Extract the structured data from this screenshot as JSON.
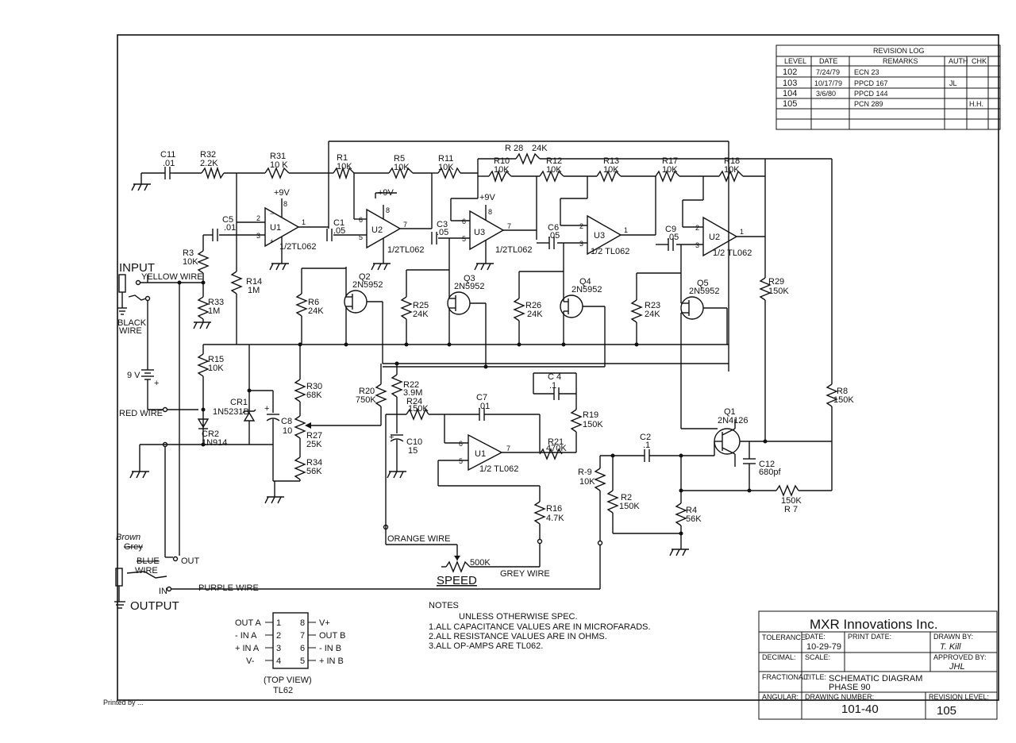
{
  "revision_log": {
    "title": "REVISION LOG",
    "headers": [
      "LEVEL",
      "DATE",
      "REMARKS",
      "AUTH",
      "CHK"
    ],
    "rows": [
      {
        "level": "102",
        "date": "7/24/79",
        "remarks": "ECN 23",
        "auth": "",
        "chk": ""
      },
      {
        "level": "103",
        "date": "10/17/79",
        "remarks": "PPCD 167",
        "auth": "JL",
        "chk": ""
      },
      {
        "level": "104",
        "date": "3/6/80",
        "remarks": "PPCD 144",
        "auth": "",
        "chk": ""
      },
      {
        "level": "105",
        "date": "",
        "remarks": "PCN 289",
        "auth": "",
        "chk": "H.H."
      }
    ]
  },
  "components": {
    "c11": {
      "ref": "C11",
      "val": ".01"
    },
    "r32": {
      "ref": "R32",
      "val": "2.2K"
    },
    "r31": {
      "ref": "R31",
      "val": "10 K"
    },
    "r1": {
      "ref": "R1",
      "val": "10K"
    },
    "r5": {
      "ref": "R5",
      "val": "10K"
    },
    "r11": {
      "ref": "R11",
      "val": "10K"
    },
    "r28": {
      "ref": "R 28",
      "val": "24K"
    },
    "r10": {
      "ref": "R10",
      "val": "10K"
    },
    "r12": {
      "ref": "R12",
      "val": "10K"
    },
    "r13": {
      "ref": "R13",
      "val": "10K"
    },
    "r17": {
      "ref": "R17",
      "val": "10K"
    },
    "r18": {
      "ref": "R18",
      "val": "10K"
    },
    "c5": {
      "ref": "C5",
      "val": ".01"
    },
    "c1": {
      "ref": "C1",
      "val": ".05"
    },
    "c3": {
      "ref": "C3",
      "val": ".05"
    },
    "c6": {
      "ref": "C6",
      "val": ".05"
    },
    "c9": {
      "ref": "C9",
      "val": ".05"
    },
    "r3": {
      "ref": "R3",
      "val": "10K"
    },
    "r33": {
      "ref": "R33",
      "val": "1M"
    },
    "r14": {
      "ref": "R14",
      "val": "1M"
    },
    "r6": {
      "ref": "R6",
      "val": "24K"
    },
    "r25": {
      "ref": "R25",
      "val": "24K"
    },
    "r26": {
      "ref": "R26",
      "val": "24K"
    },
    "r23": {
      "ref": "R23",
      "val": "24K"
    },
    "r29": {
      "ref": "R29",
      "val": "150K"
    },
    "q2": {
      "ref": "Q2",
      "val": "2N5952"
    },
    "q3": {
      "ref": "Q3",
      "val": "2N5952"
    },
    "q4": {
      "ref": "Q4",
      "val": "2N5952"
    },
    "q5": {
      "ref": "Q5",
      "val": "2N5952"
    },
    "r15": {
      "ref": "R15",
      "val": "10K"
    },
    "cr1": {
      "ref": "CR1",
      "val": "1N5231B"
    },
    "cr2": {
      "ref": "CR2",
      "val": "1N914"
    },
    "r30": {
      "ref": "R30",
      "val": "68K"
    },
    "c8": {
      "ref": "C8",
      "val": "10"
    },
    "r27": {
      "ref": "R27",
      "val": "25K"
    },
    "r34": {
      "ref": "R34",
      "val": "56K"
    },
    "r20": {
      "ref": "R20",
      "val": "750K"
    },
    "r22": {
      "ref": "R22",
      "val": "3.9M"
    },
    "r24": {
      "ref": "R24",
      "val": "150K"
    },
    "c7": {
      "ref": "C7",
      "val": ".01"
    },
    "c4": {
      "ref": "C 4",
      "val": ".1"
    },
    "r19": {
      "ref": "R19",
      "val": "150K"
    },
    "c10": {
      "ref": "C10",
      "val": "15"
    },
    "r21": {
      "ref": "R21",
      "val": "470K"
    },
    "q1": {
      "ref": "Q1",
      "val": "2N4126"
    },
    "c2": {
      "ref": "C2",
      "val": ".1"
    },
    "r8": {
      "ref": "R8",
      "val": "150K"
    },
    "c12": {
      "ref": "C12",
      "val": "680pf"
    },
    "r9": {
      "ref": "R-9",
      "val": "10K"
    },
    "r2": {
      "ref": "R2",
      "val": "150K"
    },
    "r4": {
      "ref": "R4",
      "val": "56K"
    },
    "r7": {
      "ref": "R 7",
      "val": "150K"
    },
    "r16": {
      "ref": "R16",
      "val": "4.7K"
    }
  },
  "opamps": {
    "u1a": {
      "ref": "U1",
      "part": "1/2TL062"
    },
    "u2a": {
      "ref": "U2",
      "part": "1/2TL062"
    },
    "u3a": {
      "ref": "U3",
      "part": "1/2TL062"
    },
    "u3b": {
      "ref": "U3",
      "part": "1/2 TL062"
    },
    "u2b": {
      "ref": "U2",
      "part": "1/2 TL062"
    },
    "u1b": {
      "ref": "U1",
      "part": "1/2 TL062"
    }
  },
  "supply_label": "+9V",
  "labels": {
    "input": "INPUT",
    "yellow_wire": "YELLOW WIRE",
    "black_wire": "BLACK WIRE",
    "battery": "9 V",
    "red_wire": "RED WIRE",
    "brown": "Brown",
    "grey_struck": "Grey",
    "blue": "BLUE",
    "wire": "WIRE",
    "out": "OUT",
    "in": "IN",
    "purple_wire": "PURPLE WIRE",
    "output": "OUTPUT",
    "orange_wire": "ORANGE WIRE",
    "grey_wire": "GREY WIRE",
    "speed_pot": "500K",
    "speed": "SPEED"
  },
  "notes": {
    "title": "NOTES",
    "intro": "UNLESS OTHERWISE SPEC.",
    "items": [
      "1.ALL CAPACITANCE VALUES ARE IN MICROFARADS.",
      "2.ALL RESISTANCE VALUES ARE IN OHMS.",
      "3.ALL OP-AMPS ARE TL062."
    ]
  },
  "pinout": {
    "left": [
      "OUT A",
      "- IN A",
      "+ IN A",
      "V-"
    ],
    "left_pins": [
      "1",
      "2",
      "3",
      "4"
    ],
    "right_pins": [
      "8",
      "7",
      "6",
      "5"
    ],
    "right": [
      "V+",
      "OUT B",
      "- IN B",
      "+ IN B"
    ],
    "caption1": "(TOP VIEW)",
    "caption2": "TL62"
  },
  "title_block": {
    "company": "MXR Innovations Inc.",
    "tolerance_label": "TOLERANCE:",
    "date_label": "DATE:",
    "date_value": "10-29-79",
    "print_date_label": "PRINT DATE:",
    "drawn_by_label": "DRAWN BY:",
    "drawn_by_value": "T. Kill",
    "decimal_label": "DECIMAL:",
    "scale_label": "SCALE:",
    "approved_label": "APPROVED BY:",
    "approved_value": "JHL",
    "fractional_label": "FRACTIONAL:",
    "title_label": "TITLE:",
    "title_line1": "SCHEMATIC DIAGRAM",
    "title_line2": "PHASE 90",
    "angular_label": "ANGULAR:",
    "drawing_number_label": "DRAWING NUMBER:",
    "drawing_number": "101-40",
    "revision_label": "REVISION LEVEL:",
    "revision": "105"
  },
  "printed_note": "Printed by ..."
}
